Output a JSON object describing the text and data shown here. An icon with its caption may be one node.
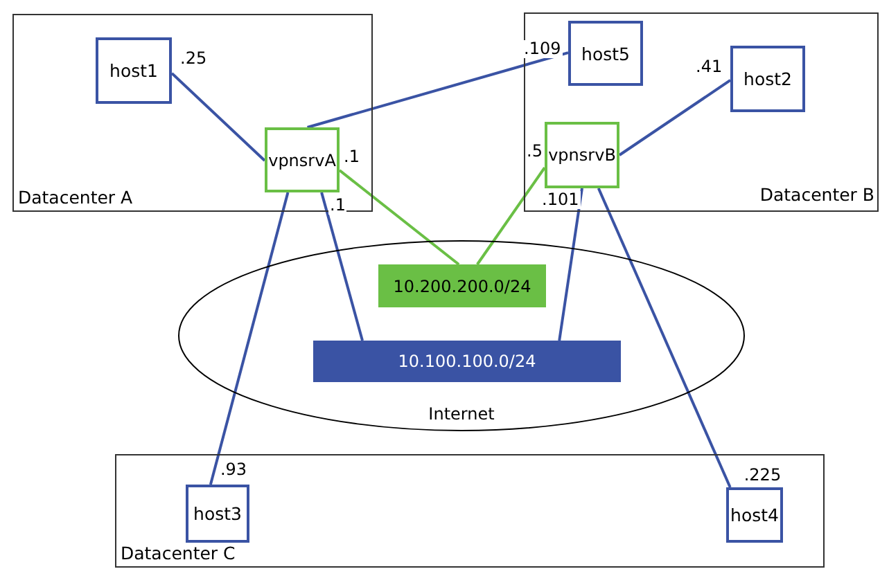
{
  "diagram": {
    "nodes": [
      {
        "text": [
          "Datacenter A"
        ]
      },
      {
        "text": [
          "host1"
        ],
        "in": 0
      },
      {
        "text": [
          "vpnsrvA"
        ],
        "in": 0
      },
      {
        "text": [
          "Datacenter B"
        ]
      },
      {
        "text": [
          "host5"
        ],
        "in": 3
      },
      {
        "text": [
          "host2"
        ],
        "in": 3
      },
      {
        "text": [
          "vpnsrvB"
        ],
        "in": 3
      },
      {
        "text": [
          "Internet"
        ]
      },
      {
        "text": [
          "10.200.200.0/24"
        ],
        "in": 7
      },
      {
        "text": [
          "10.100.100.0/24"
        ],
        "in": 7
      },
      {
        "text": [
          "Datacenter C"
        ]
      },
      {
        "text": [
          "host3"
        ],
        "in": 10
      },
      {
        "text": [
          "host4"
        ],
        "in": 10
      }
    ],
    "edges": [
      {
        "from": 1,
        "to": 2,
        "arrow": "none",
        "label": ".25"
      },
      {
        "from": 2,
        "to": 4,
        "arrow": "none",
        "label": ".109"
      },
      {
        "from": 2,
        "to": 8,
        "arrow": "none",
        "label": ".1",
        "color": "#6abf45"
      },
      {
        "from": 2,
        "to": 9,
        "arrow": "none",
        "label": ".1"
      },
      {
        "from": 2,
        "to": 11,
        "arrow": "none",
        "label": ".93"
      },
      {
        "from": 5,
        "to": 6,
        "arrow": "none",
        "label": ".41"
      },
      {
        "from": 6,
        "to": 8,
        "arrow": "none",
        "label": ".5",
        "color": "#6abf45"
      },
      {
        "from": 6,
        "to": 9,
        "arrow": "none",
        "label": ".101"
      },
      {
        "from": 6,
        "to": 12,
        "arrow": "none",
        "label": ".225"
      }
    ]
  }
}
